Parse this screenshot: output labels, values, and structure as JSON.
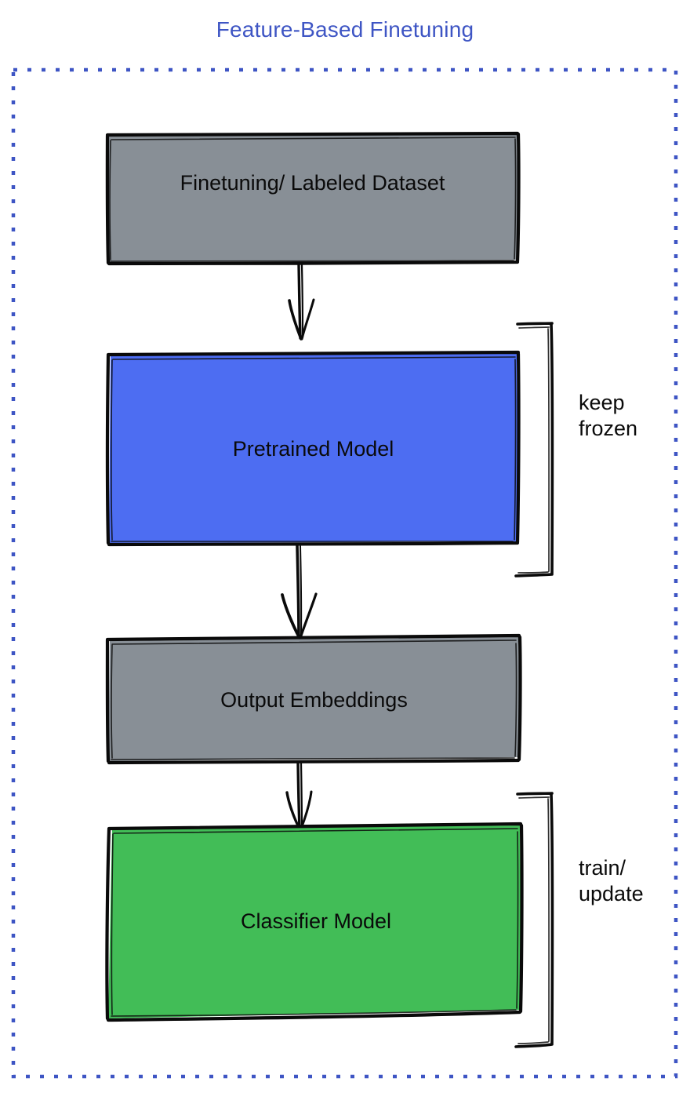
{
  "title": "Feature-Based Finetuning",
  "theme": {
    "title_color": "#3e55c4",
    "container_border_color": "#3e55c4",
    "gray_fill": "#888f96",
    "blue_fill": "#4d6df2",
    "green_fill": "#42bd57",
    "stroke_color": "#0a0a0a",
    "background": "#ffffff"
  },
  "diagram": {
    "type": "flowchart",
    "direction": "top-to-bottom",
    "nodes": [
      {
        "id": "dataset",
        "label": "Finetuning/ Labeled Dataset",
        "fill": "#888f96"
      },
      {
        "id": "pretrained",
        "label": "Pretrained Model",
        "fill": "#4d6df2"
      },
      {
        "id": "embeddings",
        "label": "Output Embeddings",
        "fill": "#888f96"
      },
      {
        "id": "classifier",
        "label": "Classifier Model",
        "fill": "#42bd57"
      }
    ],
    "edges": [
      {
        "from": "dataset",
        "to": "pretrained"
      },
      {
        "from": "pretrained",
        "to": "embeddings"
      },
      {
        "from": "embeddings",
        "to": "classifier"
      }
    ],
    "annotations": [
      {
        "id": "keep-frozen",
        "target": "pretrained",
        "line1": "keep",
        "line2": "frozen"
      },
      {
        "id": "train-update",
        "target": "classifier",
        "line1": "train/",
        "line2": "update"
      }
    ]
  }
}
